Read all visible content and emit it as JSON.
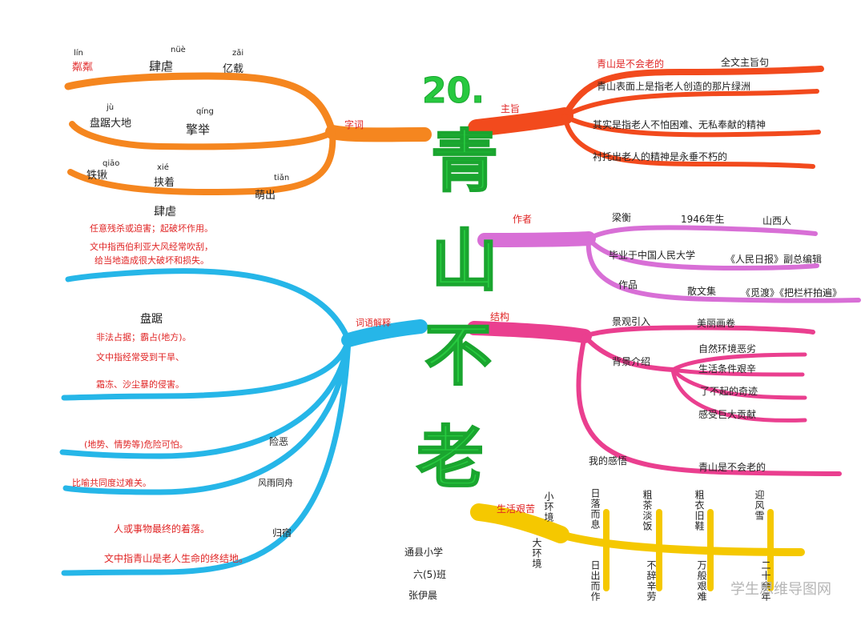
{
  "title": {
    "number": "20.",
    "chars": [
      "青",
      "山",
      "不",
      "老"
    ]
  },
  "words_branch": {
    "label": "字词",
    "color": "#f5861f",
    "items": [
      {
        "pinyin": "lín",
        "text": "粼粼",
        "red": "粼粼"
      },
      {
        "pinyin": "nüè",
        "text": "肆虐"
      },
      {
        "pinyin": "zǎi",
        "text": "亿载"
      },
      {
        "pinyin": "jù",
        "text": "盘踞大地"
      },
      {
        "pinyin": "qíng",
        "text": "擎举"
      },
      {
        "pinyin": "qiāo",
        "text": "铁锹"
      },
      {
        "pinyin": "xié",
        "text": "挟着"
      },
      {
        "pinyin": "tiǎn",
        "text": "萌出"
      }
    ]
  },
  "theme_branch": {
    "label": "主旨",
    "color": "#f24a1d",
    "lines": [
      "青山是不会老的",
      "全文主旨句",
      "青山表面上是指老人创造的那片绿洲",
      "其实是指老人不怕困难、无私奉献的精神",
      "衬托出老人的精神是永垂不朽的"
    ]
  },
  "author_branch": {
    "label": "作者",
    "color": "#d86fd6",
    "lines": [
      "梁衡",
      "1946年生",
      "山西人",
      "毕业于中国人民大学",
      "《人民日报》副总编辑",
      "作品",
      "散文集",
      "《觅渡》《把栏杆拍遍》"
    ]
  },
  "structure_branch": {
    "label": "结构",
    "color": "#ea3f8f",
    "lines": [
      "景观引入",
      "美丽画卷",
      "背景介绍",
      "自然环境恶劣",
      "生活条件艰辛",
      "了不起的奇迹",
      "感受巨大贡献",
      "我的感悟",
      "青山是不会老的"
    ]
  },
  "vocab_branch": {
    "label": "词语解释",
    "color": "#26b6e8",
    "entries": [
      {
        "word": "肆虐",
        "lines": [
          "任意残杀或迫害；起破坏作用。",
          "文中指西伯利亚大风经常吹刮，",
          "给当地造成很大破坏和损失。"
        ]
      },
      {
        "word": "盘踞",
        "lines": [
          "非法占据；霸占(地方)。",
          "文中指经常受到干旱、",
          "霜冻、沙尘暴的侵害。"
        ]
      },
      {
        "word": "险恶",
        "lines": [
          "(地势、情势等)危险可怕。"
        ]
      },
      {
        "word": "风雨同舟",
        "lines": [
          "比喻共同度过难关。"
        ]
      },
      {
        "word": "归宿",
        "lines": [
          "人或事物最终的着落。",
          "文中指青山是老人生命的终结地。"
        ]
      }
    ]
  },
  "life_branch": {
    "label": "生活艰苦",
    "side": "小环境",
    "side2": "大环境",
    "color": "#f5c800",
    "top": [
      "日落而息",
      "粗茶淡饭",
      "粗衣旧鞋",
      "迎风雪"
    ],
    "bottom": [
      "日出而作",
      "不辞辛劳",
      "万般艰难",
      "二十余年"
    ]
  },
  "credit": {
    "school": "通县小学",
    "class": "六(5)班",
    "name": "张伊晨"
  },
  "watermark": "学生思维导图网"
}
